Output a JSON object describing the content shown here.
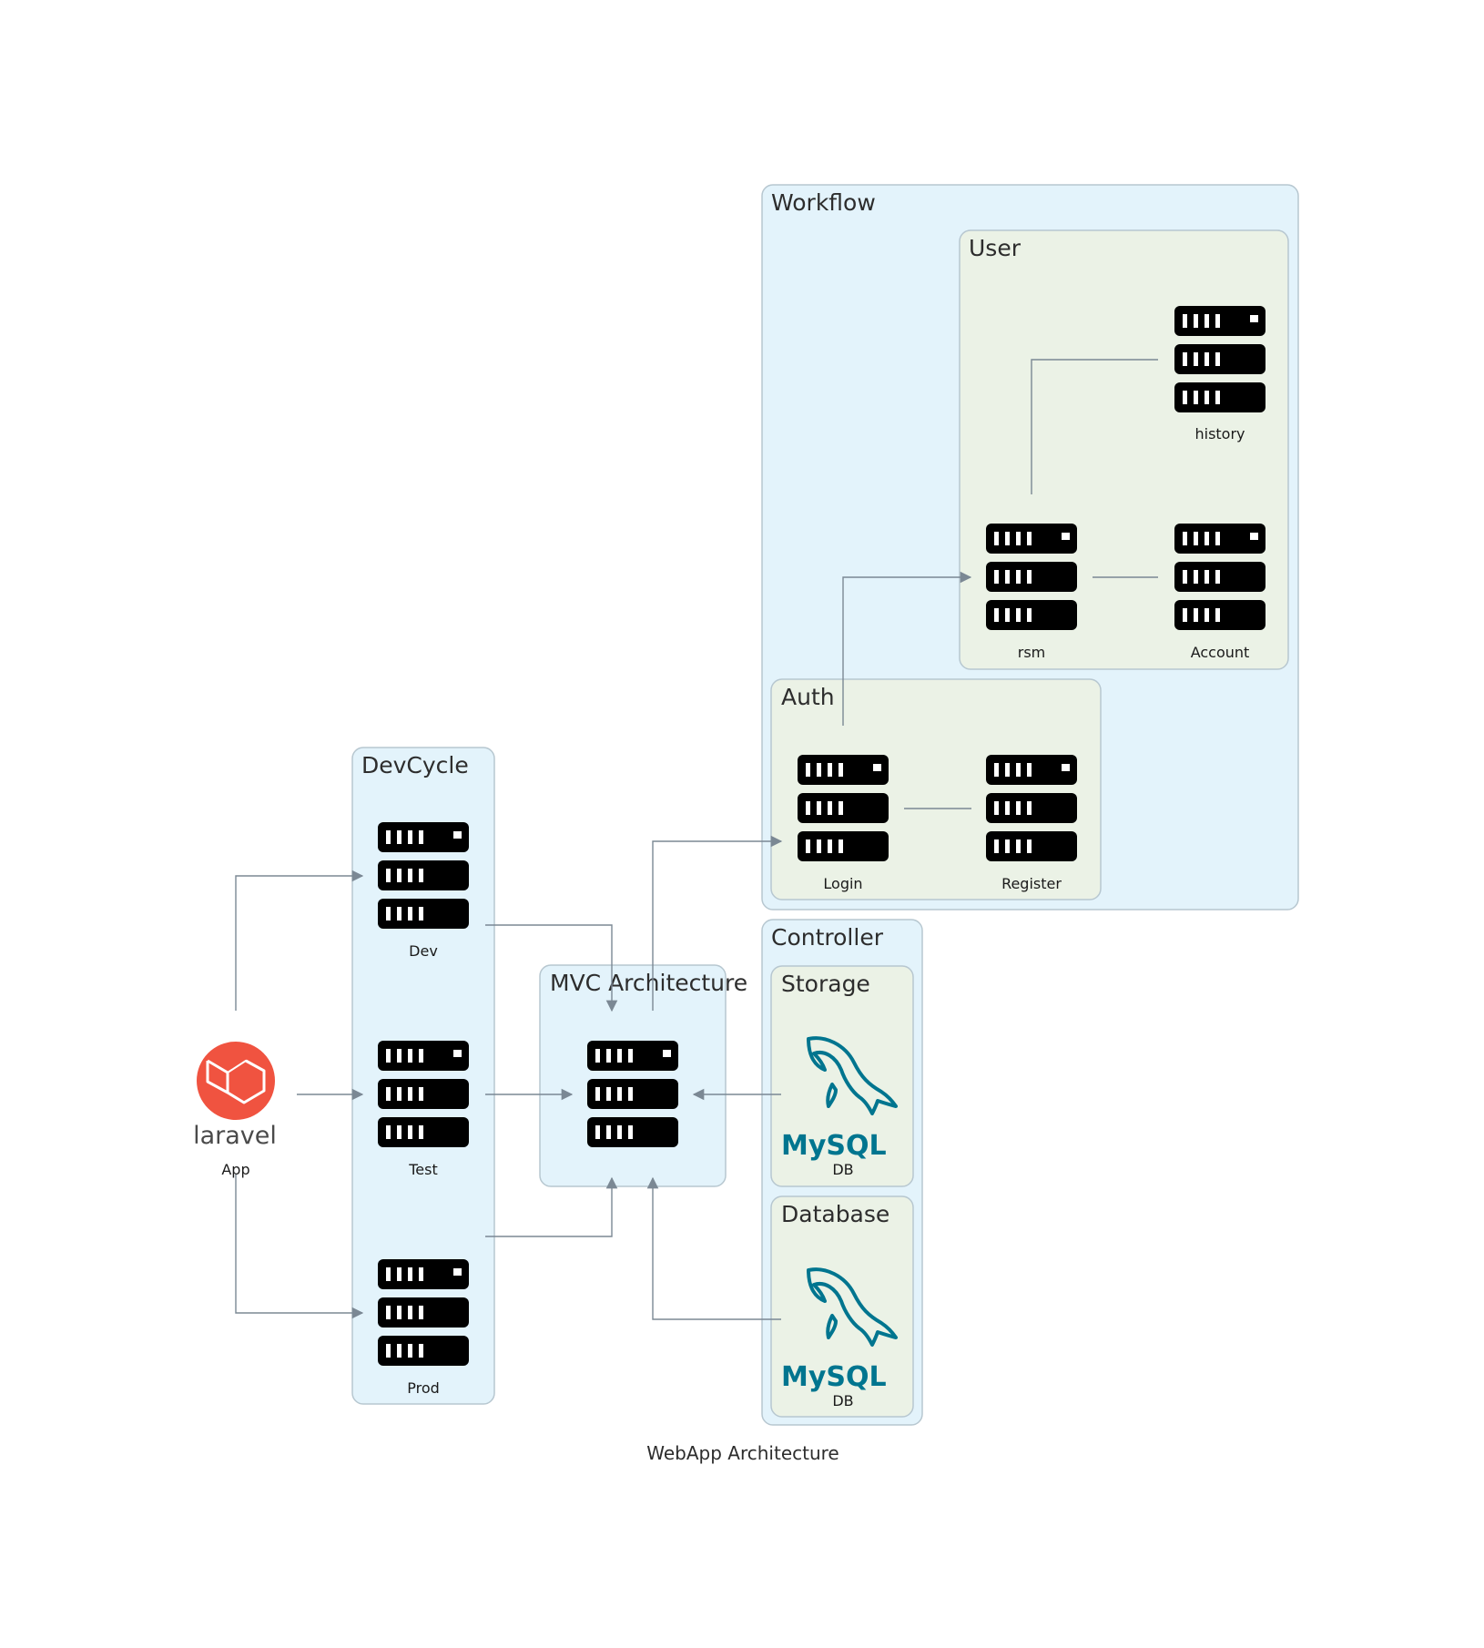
{
  "diagram": {
    "caption": "WebApp Architecture",
    "clusters": {
      "devcycle": "DevCycle",
      "mvc": "MVC Architecture",
      "workflow": "Workflow",
      "user": "User",
      "auth": "Auth",
      "controller": "Controller",
      "storage": "Storage",
      "database": "Database"
    },
    "nodes": {
      "app": "App",
      "app_logo": "laravel",
      "dev": "Dev",
      "test": "Test",
      "prod": "Prod",
      "history": "history",
      "rsm": "rsm",
      "account": "Account",
      "login": "Login",
      "register": "Register",
      "storage_db": "DB",
      "database_db": "DB",
      "mysql_logo": "MySQL"
    },
    "edges": [
      {
        "from": "App",
        "to": "Dev"
      },
      {
        "from": "App",
        "to": "Test"
      },
      {
        "from": "App",
        "to": "Prod"
      },
      {
        "from": "Dev",
        "to": "MVC Architecture"
      },
      {
        "from": "Test",
        "to": "MVC Architecture"
      },
      {
        "from": "Prod",
        "to": "MVC Architecture"
      },
      {
        "from": "MVC Architecture",
        "to": "Login"
      },
      {
        "from": "Storage DB",
        "to": "MVC Architecture"
      },
      {
        "from": "Database DB",
        "to": "MVC Architecture"
      },
      {
        "from": "Login",
        "to": "rsm"
      },
      {
        "from": "Login",
        "to": "Register",
        "undirected": true
      },
      {
        "from": "rsm",
        "to": "Account",
        "undirected": true
      },
      {
        "from": "rsm",
        "to": "history",
        "undirected": true
      }
    ],
    "colors": {
      "outer_cluster": "#e3f3fb",
      "inner_cluster": "#ebf2e6",
      "laravel": "#f05340",
      "mysql_blue": "#00758f",
      "mysql_orange": "#f29111",
      "edge": "#7b8894"
    }
  }
}
